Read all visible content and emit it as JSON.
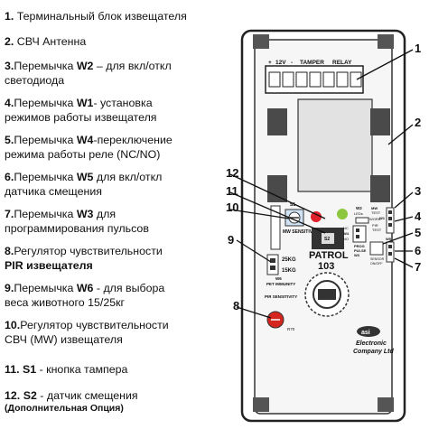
{
  "legend": [
    {
      "num": "1.",
      "pre": "Терминальный блок извещателя",
      "bold": "",
      "post": "",
      "line2": ""
    },
    {
      "num": "2.",
      "pre": "СВЧ Антенна",
      "bold": "",
      "post": "",
      "line2": ""
    },
    {
      "num": "3.",
      "pre": "Перемычка ",
      "bold": "W2",
      "post": " – для вкл/откл",
      "line2": "светодиода"
    },
    {
      "num": "4.",
      "pre": "Перемычка ",
      "bold": "W1",
      "post": "- установка",
      "line2": "режимов работы извещателя"
    },
    {
      "num": "5.",
      "pre": "Перемычка ",
      "bold": "W4",
      "post": "-переключение",
      "line2": "режима работы реле (NC/NO)"
    },
    {
      "num": "6.",
      "pre": "Перемычка ",
      "bold": "W5",
      "post": " для вкл/откл",
      "line2": "датчика смещения"
    },
    {
      "num": "7.",
      "pre": "Перемычка ",
      "bold": "W3",
      "post": " для",
      "line2": "программирования пульсов"
    },
    {
      "num": "8.",
      "pre": "Регулятор чувствительности",
      "bold": "",
      "post": "",
      "line2": "PIR извещателя"
    },
    {
      "num": "9.",
      "pre": "Перемычка ",
      "bold": "W6",
      "post": " - для выбора",
      "line2": "веса животного 15/25кг"
    },
    {
      "num": "10.",
      "pre": "Регулятор чувствительности",
      "bold": "",
      "post": "",
      "line2": "СВЧ (MW) извещателя"
    },
    {
      "num": "11.",
      "pre": "S1",
      "bold": "",
      "post": " - кнопка тампера",
      "line2": ""
    },
    {
      "num": "12.",
      "pre": "S2",
      "bold": "",
      "post": " - датчик смещения",
      "line2": "(Дополнительная Опция)"
    }
  ],
  "callouts": [
    "1",
    "2",
    "3",
    "4",
    "5",
    "6",
    "7",
    "8",
    "9",
    "10",
    "11",
    "12"
  ],
  "board": {
    "terminal_labels": [
      "+",
      "12V",
      "-",
      "TAMPER",
      "RELAY"
    ],
    "mw_sensitivity": "MW\nSENSITIVITY",
    "pet_options": [
      "25KG",
      "15KG"
    ],
    "pet_immunity": "PET\nIMMUNITY",
    "w6": "W6",
    "pir_sensitivity": "PIR\nSENSITIVITY",
    "r70": "R70",
    "brand": "PATROL",
    "model": "103",
    "company_logo": "asi",
    "company_line1": "Electronic",
    "company_line2": "Company Ltd",
    "s1": "S1",
    "s2": "S2",
    "w1_labels": [
      "MW",
      "TEST",
      "W1",
      "WORK",
      "PIR",
      "TEST"
    ],
    "w2_labels": [
      "W2",
      "LEDs"
    ],
    "w4_labels": [
      "NC",
      "W4",
      "NO"
    ],
    "w3_labels": [
      "PROG",
      "PULSE",
      "W3"
    ],
    "w5_labels": [
      "W5",
      "SENSOR",
      "ON/OFF"
    ]
  },
  "colors": {
    "led_red": "#e0202a",
    "led_green": "#8dc63f",
    "knob_red": "#d4261f",
    "board": "#f3f3f3"
  }
}
